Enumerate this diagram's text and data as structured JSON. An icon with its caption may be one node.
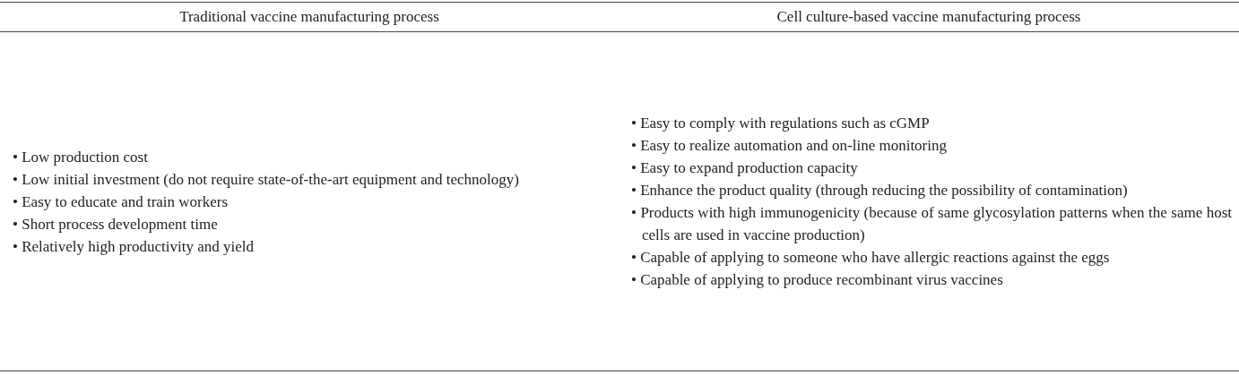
{
  "diagram": {
    "labels": [
      "Traditional vaccine manufacturing process",
      "Cell culture-based vaccine manufacturing process",
      "• Low production cost",
      "• Low initial investment (do not require state-of-the-art equipment and technology)",
      "• Easy to educate and train workers",
      "• Short process development time",
      "• Relatively high productivity and yield",
      "• Easy to comply with regulations such as cGMP",
      "• Easy to realize automation and on-line monitoring",
      "• Easy to expand production capacity",
      "• Enhance the product quality (through reducing the possibility of contamination)",
      "• Products with high immunogenicity (because of same glycosylation patterns when the same host cells are used in vaccine production)",
      "• Capable of applying to someone who have allergic reactions against the eggs",
      "• Capable of applying to produce recombinant virus vaccines"
    ]
  }
}
